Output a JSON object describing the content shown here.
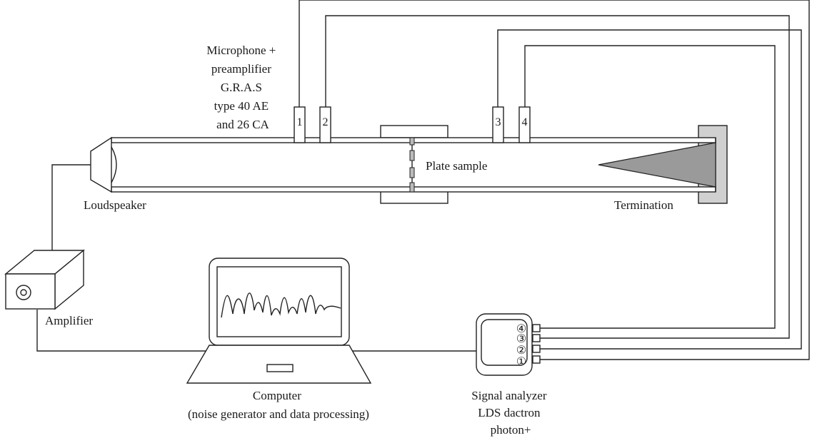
{
  "labels": {
    "microphone": [
      "Microphone +",
      "preamplifier",
      "G.R.A.S",
      "type 40 AE",
      "and 26 CA"
    ],
    "plate_sample": "Plate sample",
    "loudspeaker": "Loudspeaker",
    "termination": "Termination",
    "amplifier": "Amplifier",
    "computer": [
      "Computer",
      "(noise generator and data processing)"
    ],
    "analyzer": [
      "Signal analyzer",
      "LDS dactron",
      "photon+"
    ]
  },
  "microphones": [
    "1",
    "2",
    "3",
    "4"
  ],
  "analyzer_ports": [
    "④",
    "③",
    "②",
    "①"
  ],
  "colors": {
    "line": "#222222",
    "termination_fill": "#d0d0d0",
    "wedge_fill": "#9a9a9a"
  }
}
